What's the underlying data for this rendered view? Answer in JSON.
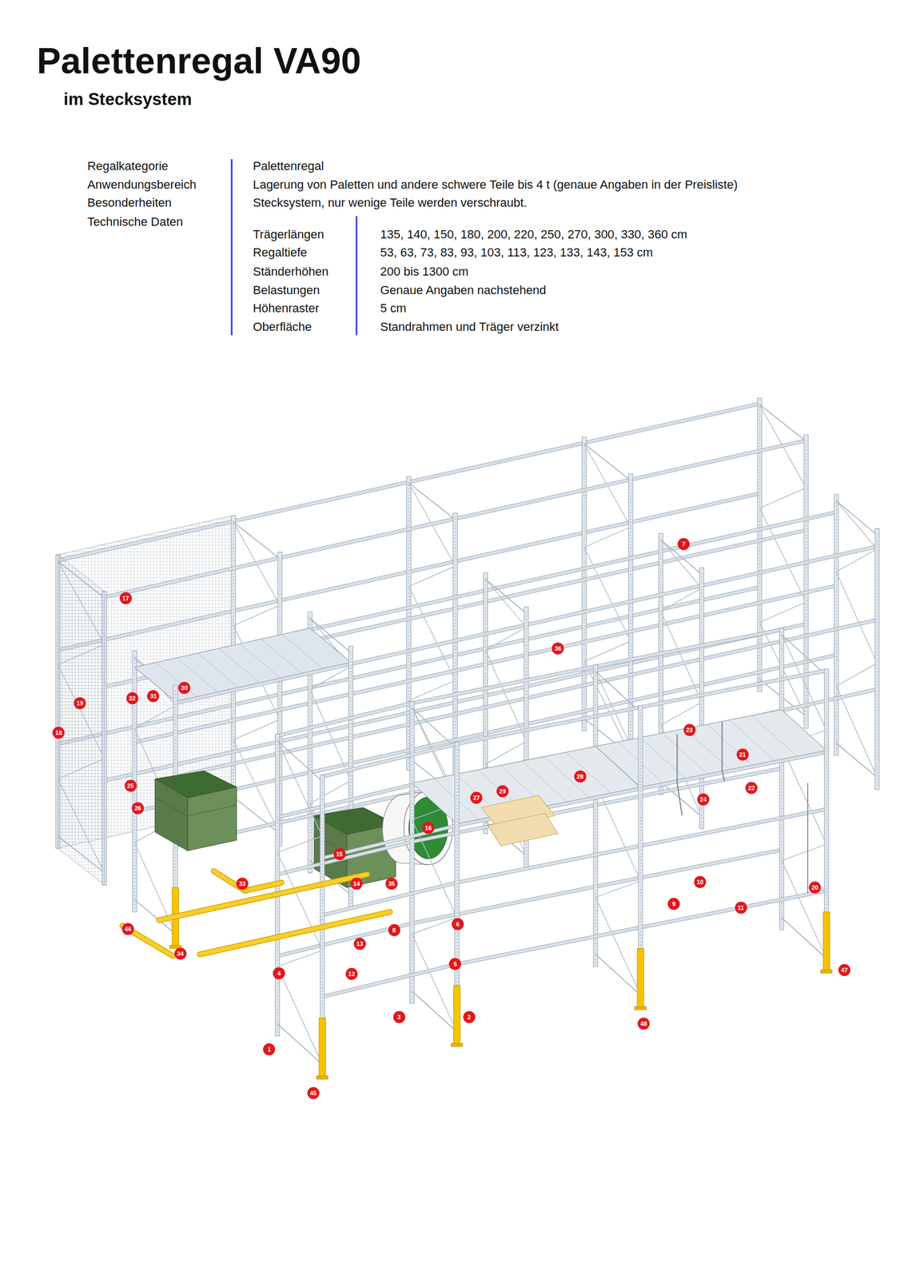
{
  "diagram": {
    "title": "Palettenregal VA90",
    "labels": [
      "im Stecksystem",
      "Regalkategorie",
      "Palettenregal",
      "Anwendungsbereich",
      "Lagerung von Paletten und andere schwere Teile bis 4 t (genaue Angaben in der Preisliste)",
      "Besonderheiten",
      "Stecksystem, nur wenige Teile werden verschraubt.",
      "Technische Daten",
      "Trägerlängen",
      "135, 140, 150, 180, 200, 220, 250, 270, 300, 330, 360 cm",
      "Regaltiefe",
      "53, 63, 73, 83, 93, 103, 113, 123, 133, 143, 153 cm",
      "Ständerhöhen",
      "200 bis 1300 cm",
      "Belastungen",
      "Genaue Angaben nachstehend",
      "Höhenraster",
      "5 cm",
      "Oberfläche",
      "Standrahmen und Träger verzinkt",
      "7",
      "17",
      "36",
      "30",
      "31",
      "32",
      "19",
      "23",
      "18",
      "21",
      "28",
      "25",
      "22",
      "29",
      "27",
      "24",
      "26",
      "16",
      "15",
      "10",
      "33",
      "14",
      "35",
      "20",
      "9",
      "11",
      "6",
      "46",
      "8",
      "13",
      "34",
      "5",
      "47",
      "4",
      "12",
      "3",
      "2",
      "48",
      "1",
      "45"
    ]
  }
}
